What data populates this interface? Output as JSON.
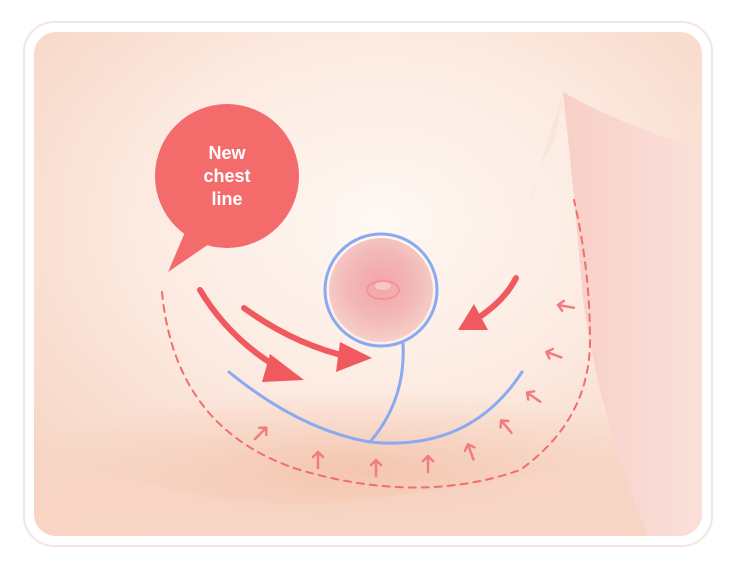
{
  "callout": {
    "lines": [
      "New",
      "chest",
      "line"
    ]
  },
  "colors": {
    "skin_light": "#fdeee6",
    "skin_mid": "#f8d8c8",
    "skin_shadow": "#f3c2ad",
    "arm": "#f9d3cb",
    "accent_red": "#f36b6b",
    "incision_blue": "#8aaaf0",
    "frame_border": "#f4e8e4"
  },
  "icons": {
    "callout": "speech-bubble-icon",
    "arrows": "arrow-icon"
  }
}
